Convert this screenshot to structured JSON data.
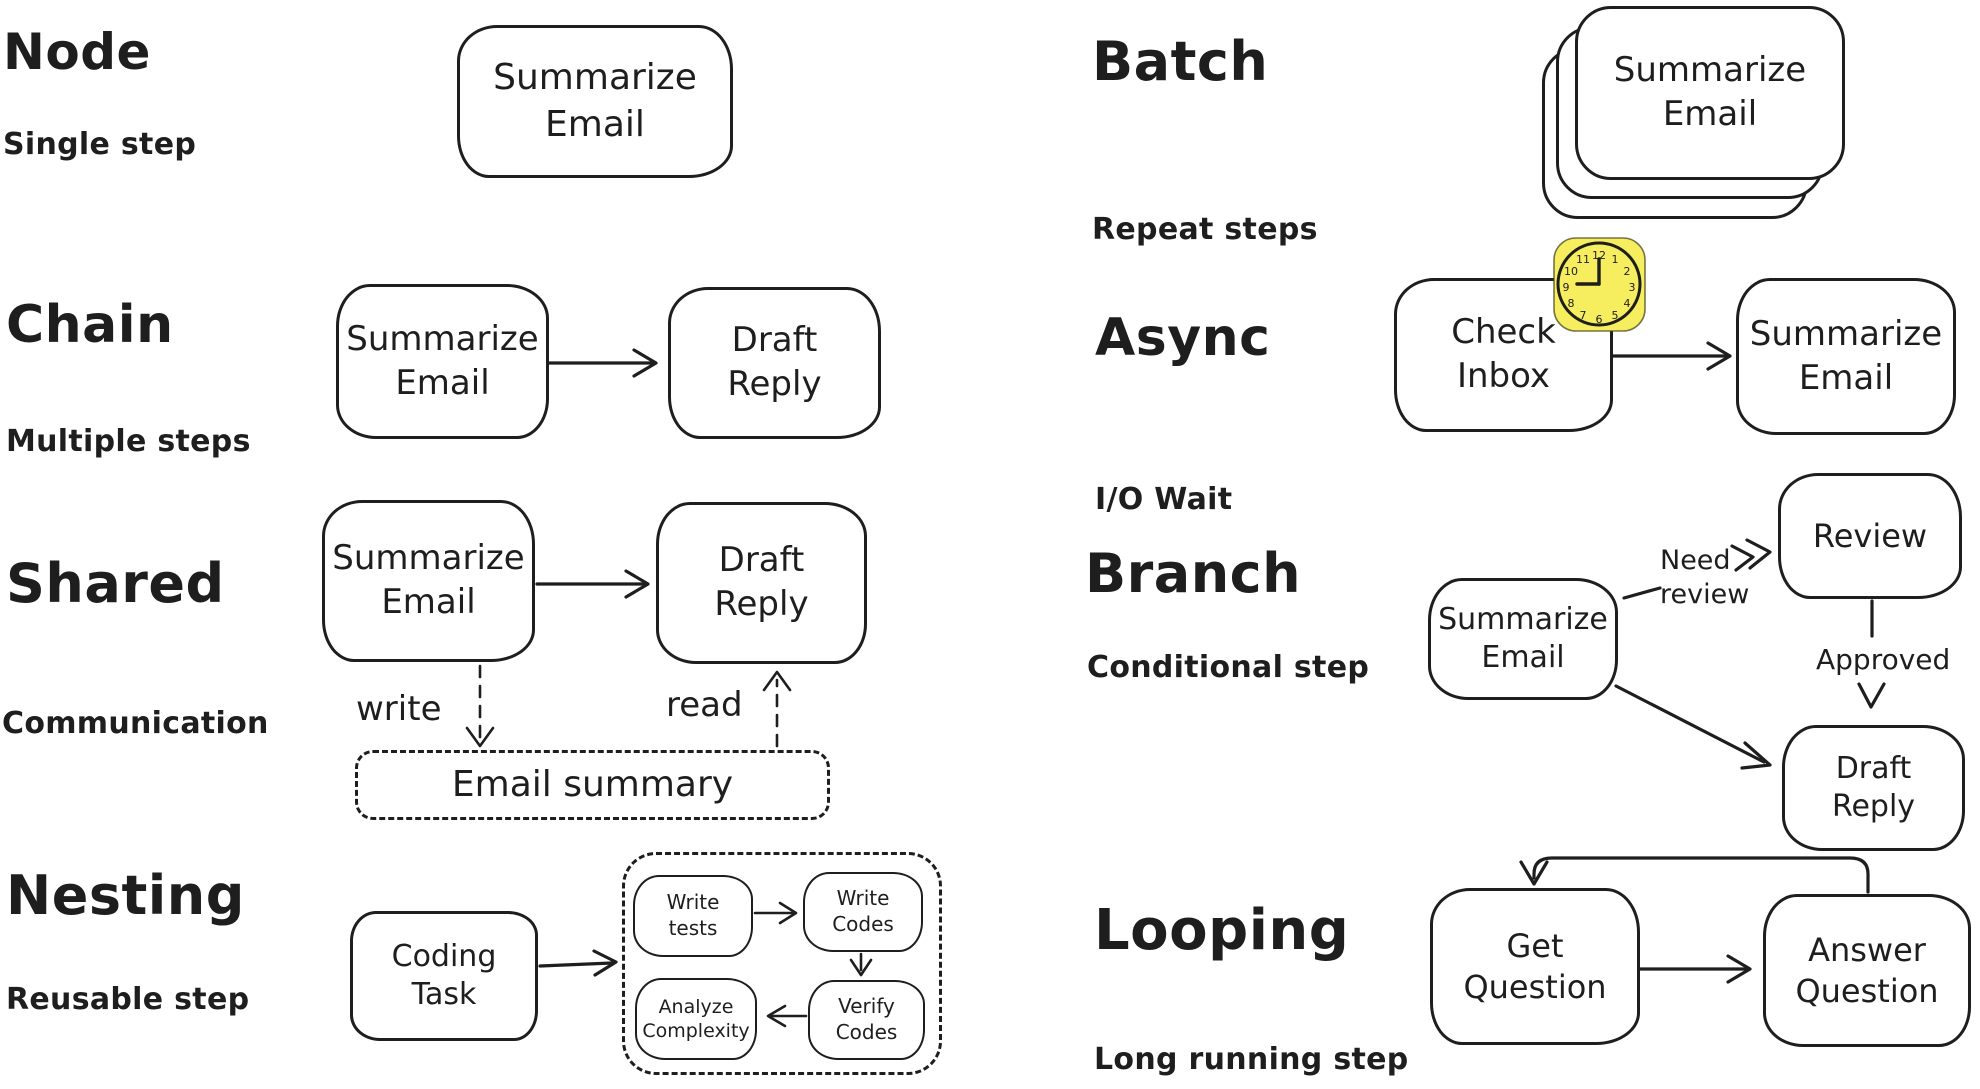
{
  "colors": {
    "ink": "#1e1e1e",
    "background": "#ffffff",
    "clock_fill": "#f7ee5f"
  },
  "node": {
    "title": "Node",
    "subtitle": "Single step",
    "box1": "Summarize\nEmail"
  },
  "chain": {
    "title": "Chain",
    "subtitle": "Multiple steps",
    "box1": "Summarize\nEmail",
    "box2": "Draft\nReply"
  },
  "shared": {
    "title": "Shared",
    "subtitle": "Communication",
    "box1": "Summarize\nEmail",
    "box2": "Draft\nReply",
    "write_label": "write",
    "read_label": "read",
    "store": "Email summary"
  },
  "nesting": {
    "title": "Nesting",
    "subtitle": "Reusable step",
    "task": "Coding\nTask",
    "inner1": "Write\ntests",
    "inner2": "Write\nCodes",
    "inner3": "Verify\nCodes",
    "inner4": "Analyze\nComplexity"
  },
  "batch": {
    "title": "Batch",
    "subtitle": "Repeat steps",
    "box1": "Summarize\nEmail"
  },
  "async": {
    "title": "Async",
    "subtitle": "I/O Wait",
    "box1": "Check\nInbox",
    "box2": "Summarize\nEmail",
    "clock_numbers": [
      "12",
      "1",
      "2",
      "3",
      "4",
      "5",
      "6",
      "7",
      "8",
      "9",
      "10",
      "11"
    ]
  },
  "branch": {
    "title": "Branch",
    "subtitle": "Conditional step",
    "box1": "Summarize\nEmail",
    "box2": "Review",
    "box3": "Draft\nReply",
    "need_label": "Need\nreview",
    "approved_label": "Approved"
  },
  "looping": {
    "title": "Looping",
    "subtitle": "Long running step",
    "box1": "Get\nQuestion",
    "box2": "Answer\nQuestion"
  }
}
